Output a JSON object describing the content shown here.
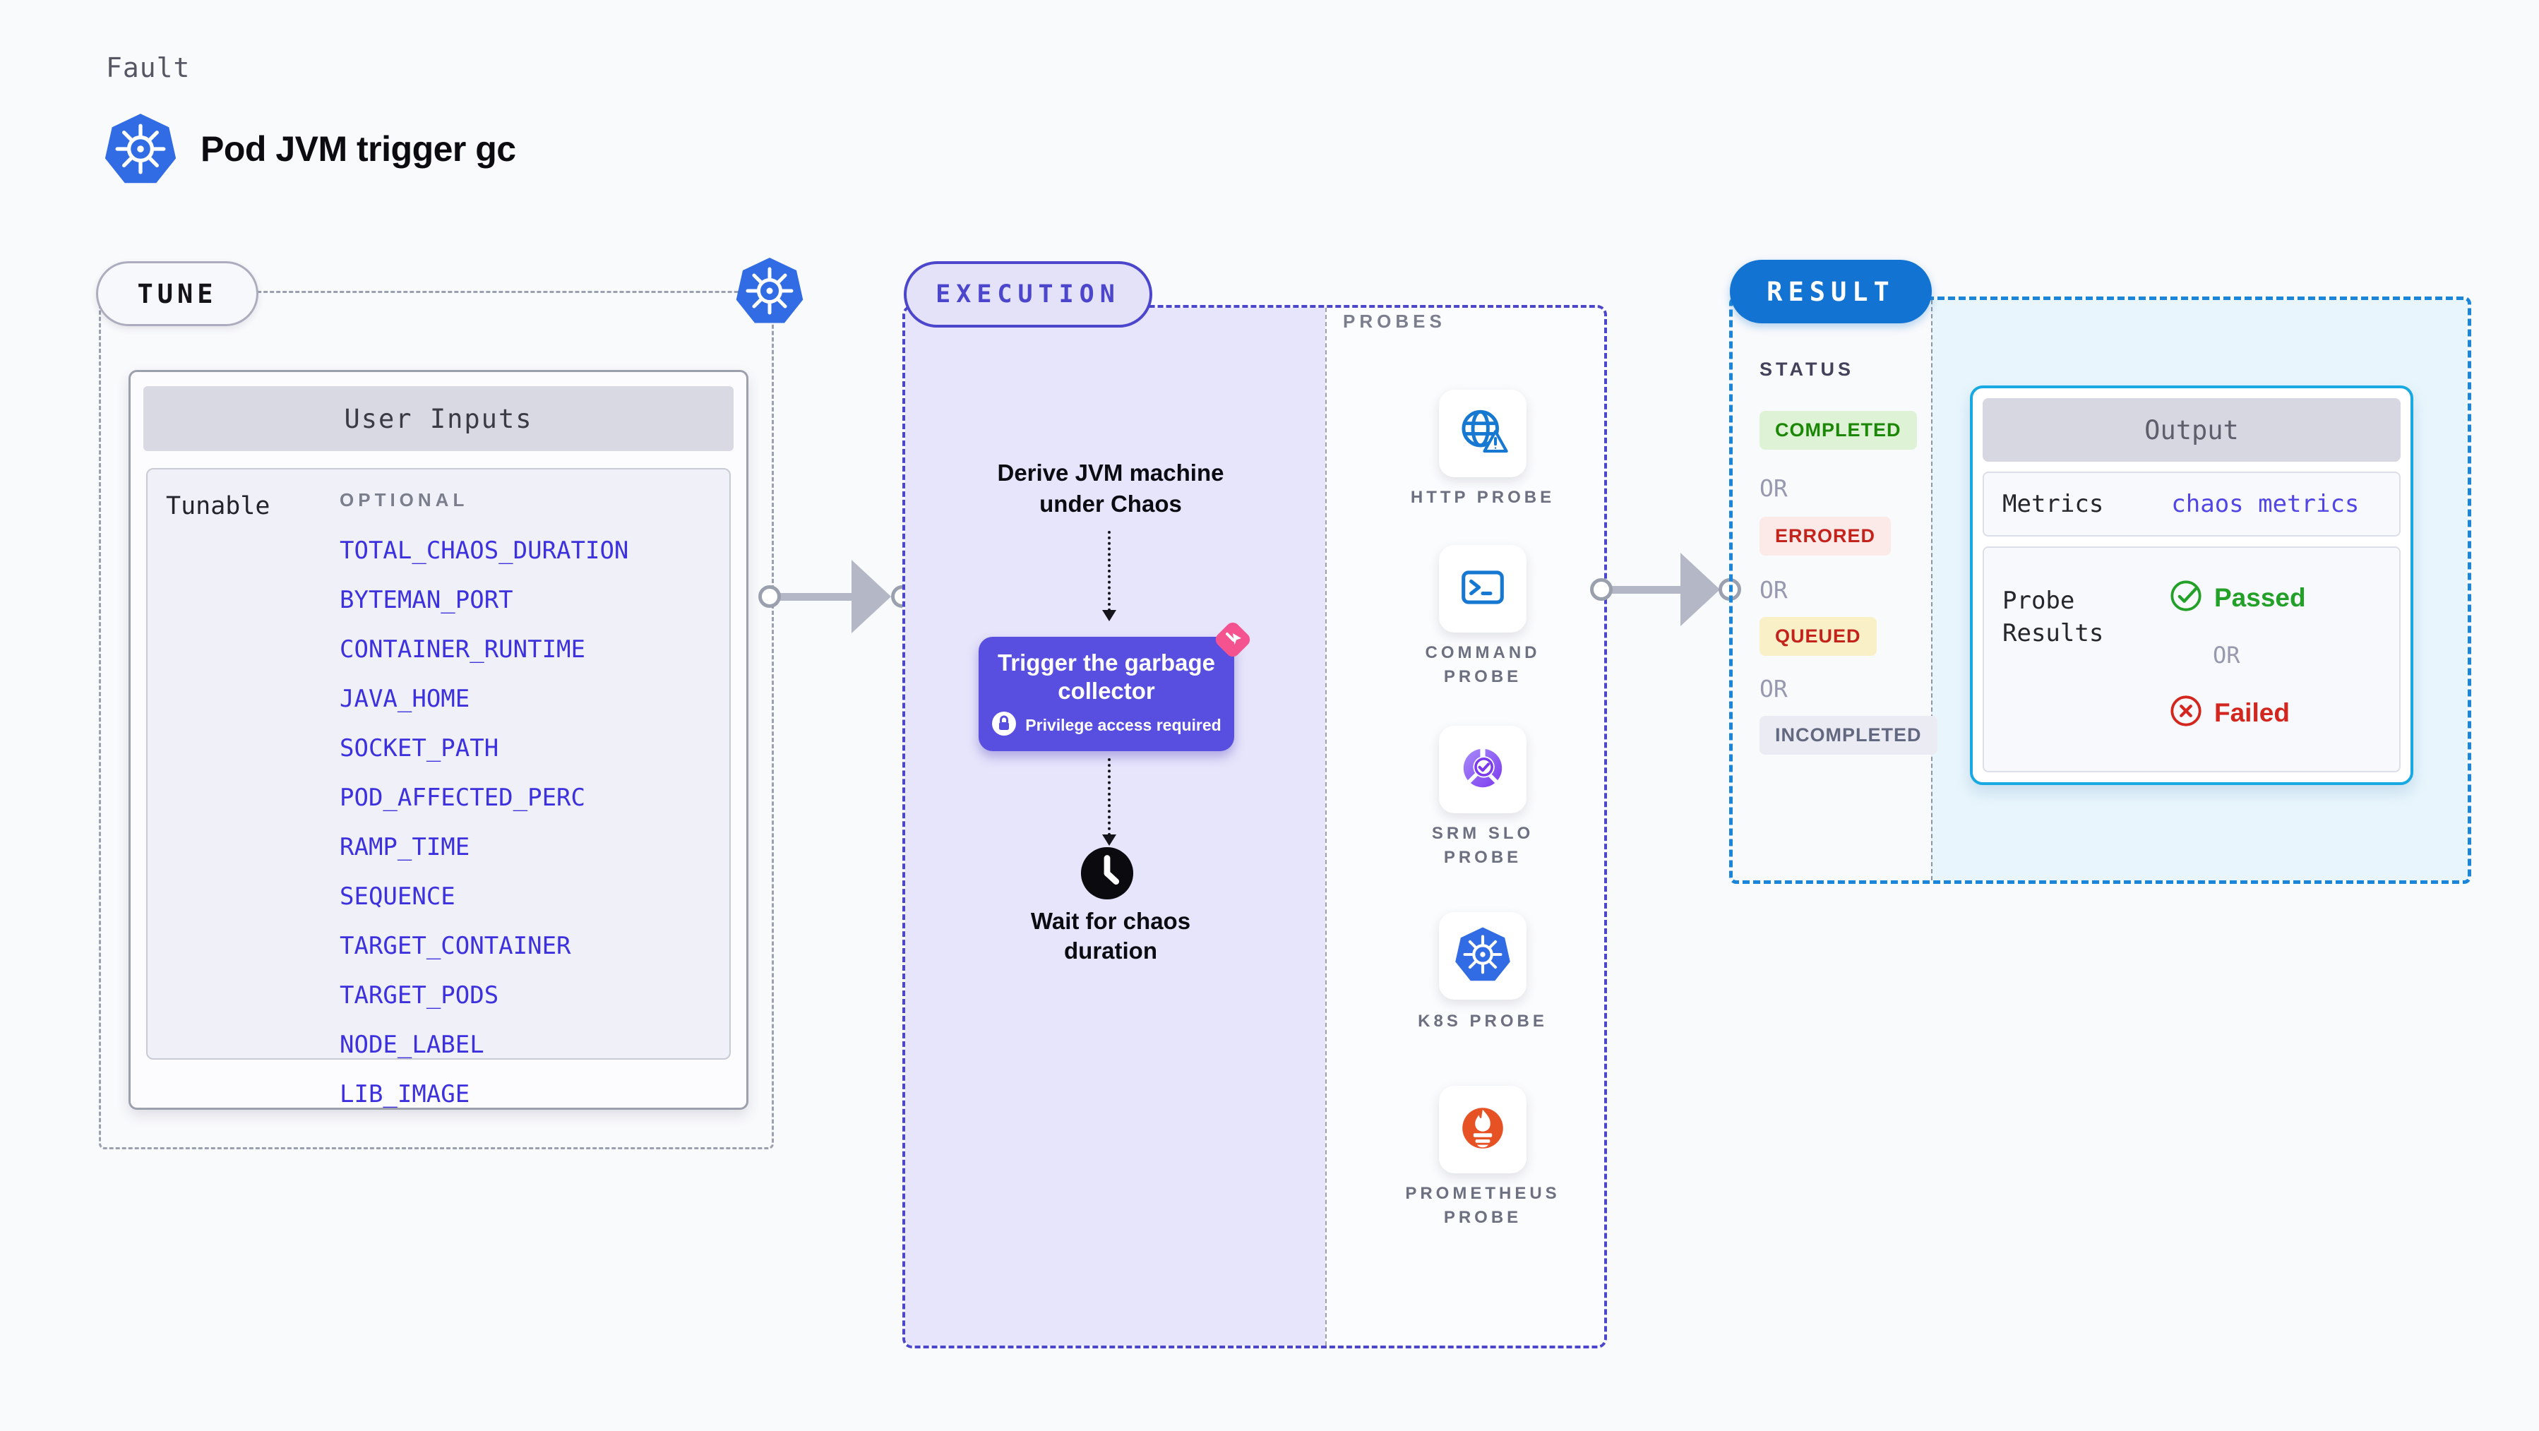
{
  "colors": {
    "background": "#f9fafc",
    "kubernetes_blue": "#326ce5",
    "execution_indigo": "#4b46cc",
    "trigger_card_purple": "#584ee0",
    "click_icon_pink": "#f4538f",
    "result_blue": "#1273d2",
    "output_border_cyan": "#18a8e2",
    "tunable_link_blue": "#3c31dd",
    "probe_icon_blue": "#1778d2",
    "srm_purple": "#7c3aed",
    "prometheus_orange": "#e75225",
    "success_green": "#1c8706",
    "error_red": "#c4231c",
    "passed_green": "#23a028",
    "failed_red": "#d2261e"
  },
  "header": {
    "eyebrow": "Fault",
    "title": "Pod JVM trigger gc",
    "icon": "kubernetes"
  },
  "tune": {
    "label": "TUNE",
    "corner_icon": "kubernetes",
    "user_inputs": {
      "header": "User Inputs",
      "row_label": "Tunable",
      "column_header": "OPTIONAL",
      "items": [
        "TOTAL_CHAOS_DURATION",
        "BYTEMAN_PORT",
        "CONTAINER_RUNTIME",
        "JAVA_HOME",
        "SOCKET_PATH",
        "POD_AFFECTED_PERC",
        "RAMP_TIME",
        "SEQUENCE",
        "TARGET_CONTAINER",
        "TARGET_PODS",
        "NODE_LABEL",
        "LIB_IMAGE"
      ]
    }
  },
  "execution": {
    "label": "EXECUTION",
    "derive_step": "Derive JVM machine\nunder Chaos",
    "trigger_step": {
      "title": "Trigger the garbage collector",
      "note": "Privilege access required",
      "icons": [
        "lock-icon",
        "click-icon"
      ]
    },
    "wait_step": "Wait for chaos\nduration"
  },
  "probes": {
    "title": "PROBES",
    "items": [
      {
        "label": "HTTP PROBE",
        "icon": "globe-alert-icon"
      },
      {
        "label": "COMMAND\nPROBE",
        "icon": "terminal-icon"
      },
      {
        "label": "SRM SLO\nPROBE",
        "icon": "slo-gauge-icon"
      },
      {
        "label": "K8S PROBE",
        "icon": "kubernetes-icon"
      },
      {
        "label": "PROMETHEUS\nPROBE",
        "icon": "prometheus-icon"
      }
    ]
  },
  "result": {
    "label": "RESULT",
    "status_label": "STATUS",
    "or_label": "OR",
    "statuses": [
      {
        "text": "COMPLETED",
        "kind": "success"
      },
      {
        "text": "ERRORED",
        "kind": "error"
      },
      {
        "text": "QUEUED",
        "kind": "warning"
      },
      {
        "text": "INCOMPLETED",
        "kind": "muted"
      }
    ],
    "output": {
      "header": "Output",
      "metrics_label": "Metrics",
      "metrics_value": "chaos metrics",
      "probe_results_label": "Probe\nResults",
      "passed": "Passed",
      "or": "OR",
      "failed": "Failed"
    }
  }
}
